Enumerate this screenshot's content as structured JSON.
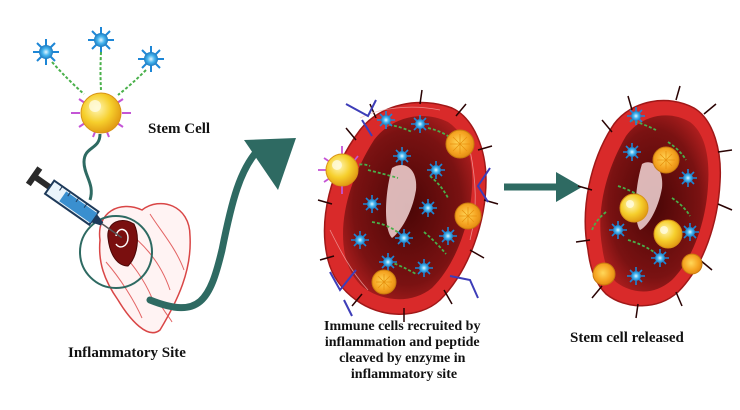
{
  "labels": {
    "stem_cell": "Stem Cell",
    "inflammatory_site": "Inflammatory Site",
    "immune_recruit": "Immune cells recruited by inflammation and peptide cleaved by enzyme in inflammatory site",
    "stem_released": "Stem cell released"
  },
  "colors": {
    "arrow": "#2e6a62",
    "tissue_dark": "#5a0d0d",
    "tissue_red": "#d92a2a",
    "stem_cell": "#f2c42a",
    "immune_cell": "#2b9ee0",
    "linker": "#49b04a",
    "peptide_tip": "#c455d6",
    "enzyme": "#3d3db8",
    "syringe": "#3a8fcf"
  },
  "icons": [
    "stem-cell-icon",
    "immune-cell-icon",
    "syringe-icon",
    "heart-icon",
    "tissue-icon",
    "enzyme-icon"
  ]
}
